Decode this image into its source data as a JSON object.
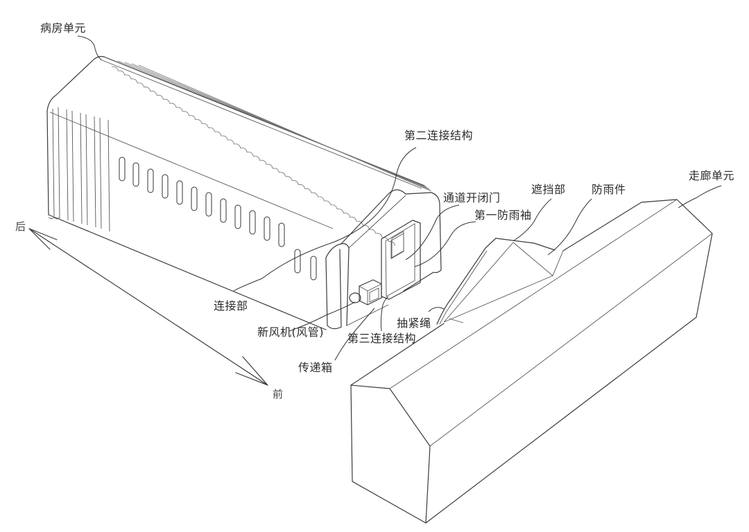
{
  "figure": {
    "type": "isometric line drawing",
    "subject": "inflatable ward unit connected to corridor unit"
  },
  "labels": {
    "ward_unit": "病房单元",
    "second_connection": "第二连接结构",
    "channel_door": "通道开闭门",
    "first_rain_sleeve": "第一防雨袖",
    "shield": "遮挡部",
    "rain_guard": "防雨件",
    "corridor_unit": "走廊单元",
    "connector": "连接部",
    "fresh_air_unit": "新风机(风管)",
    "third_connection": "第三连接结构",
    "drawstring": "抽紧绳",
    "pass_box": "传递箱"
  },
  "direction": {
    "back": "后",
    "front": "前"
  },
  "colors": {
    "line": "#3a3a3a",
    "text": "#2b2b2b",
    "background": "#ffffff"
  }
}
